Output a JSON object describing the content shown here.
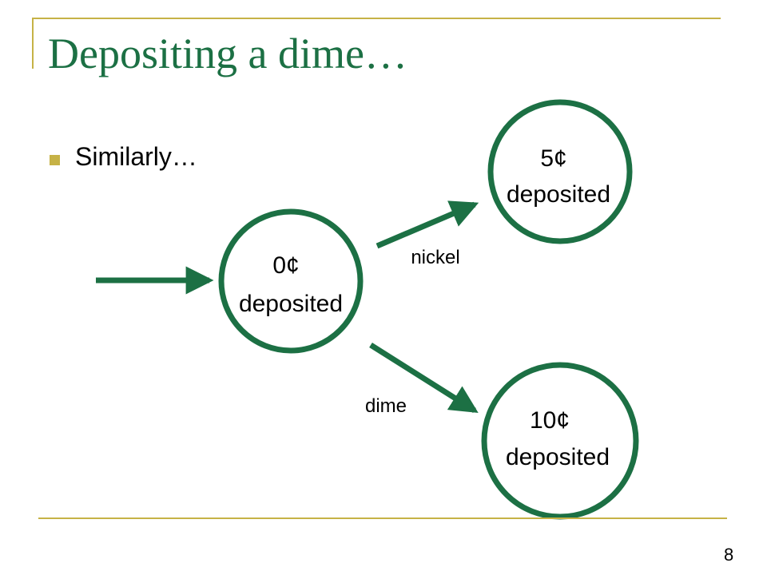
{
  "slide": {
    "title": "Depositing a dime…",
    "bullet": "Similarly…",
    "page_number": "8"
  },
  "colors": {
    "accent": "#1c7044",
    "frame": "#c6b246"
  },
  "diagram": {
    "states": [
      {
        "amount": "0¢",
        "label": "deposited"
      },
      {
        "amount": "5¢",
        "label": "deposited"
      },
      {
        "amount": "10¢",
        "label": "deposited"
      }
    ],
    "transitions": [
      {
        "label": "nickel"
      },
      {
        "label": "dime"
      }
    ]
  }
}
